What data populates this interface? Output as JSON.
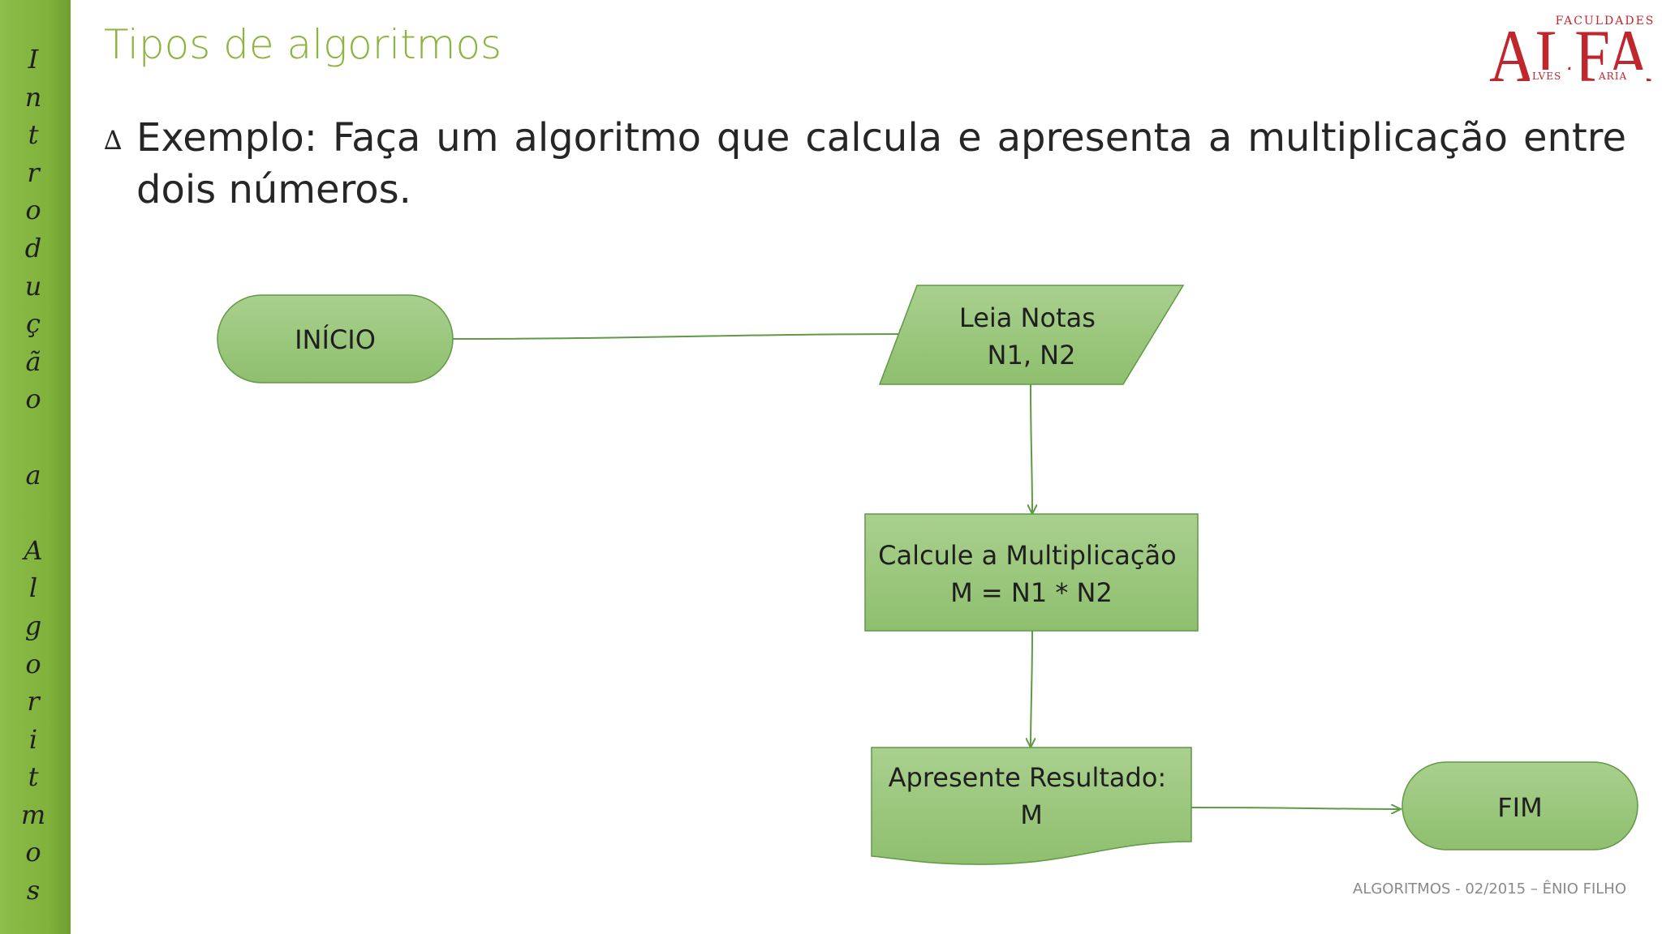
{
  "slide": {
    "title": "Tipos de algoritmos",
    "sidebar_letters": [
      "I",
      "n",
      "t",
      "r",
      "o",
      "d",
      "u",
      "ç",
      "ã",
      "o",
      "",
      "a",
      "",
      "A",
      "l",
      "g",
      "o",
      "r",
      "i",
      "t",
      "m",
      "o",
      "s"
    ],
    "bullet_marker": "∆",
    "bullet_text": "Exemplo: Faça um algoritmo que calcula e apresenta a multiplicação entre dois números.",
    "footer": "ALGORITMOS - 02/2015 – ÊNIO FILHO"
  },
  "logo": {
    "top_text": "FACULDADES",
    "main_text": "ALFA",
    "sub_left": "LVES",
    "sub_right": "ARIA",
    "color": "#c0272d"
  },
  "flowchart": {
    "nodes": {
      "inicio": {
        "lines": [
          "INÍCIO"
        ]
      },
      "leia": {
        "lines": [
          "Leia Notas",
          "N1, N2"
        ]
      },
      "calcule": {
        "lines": [
          "Calcule a Multiplicação",
          "M = N1 * N2"
        ]
      },
      "apresente": {
        "lines": [
          "Apresente Resultado:",
          "M"
        ]
      },
      "fim": {
        "lines": [
          "FIM"
        ]
      }
    },
    "colors": {
      "fill_light": "#a9d08e",
      "fill_dark": "#8fbf6e",
      "stroke": "#5f9a45",
      "edge": "#5f9a45"
    }
  }
}
